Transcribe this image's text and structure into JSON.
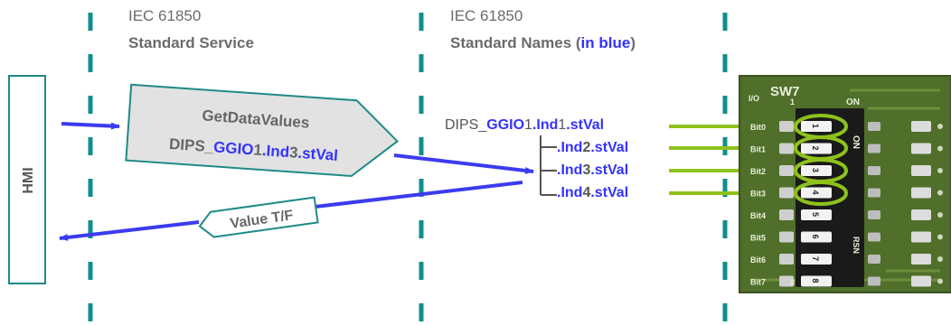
{
  "columns": {
    "service": {
      "line1": "IEC 61850",
      "line2": "Standard Service"
    },
    "names": {
      "line1": "IEC 61850",
      "line2_prefix": "Standard Names (",
      "line2_blue": "in blue",
      "line2_suffix": ")"
    }
  },
  "hmi": {
    "label": "HMI"
  },
  "request": {
    "line1": "GetDataValues",
    "prefix": "DIPS_",
    "ln": "GGIO",
    "inst": "1",
    "do": ".Ind",
    "do_inst": "3",
    "da": ".stVal"
  },
  "response": {
    "label": "Value T/F"
  },
  "names_tree": {
    "root": {
      "prefix": "DIPS_",
      "ln": "GGIO",
      "inst": "1",
      "do": ".Ind",
      "do_inst": "1",
      "da": ".stVal"
    },
    "items": [
      {
        "do": ".Ind",
        "do_inst": "2",
        "da": ".stVal"
      },
      {
        "do": ".Ind",
        "do_inst": "3",
        "da": ".stVal"
      },
      {
        "do": ".Ind",
        "do_inst": "4",
        "da": ".stVal"
      }
    ]
  },
  "dip_switch": {
    "title": "SW7",
    "io_label": "I/O",
    "top_num": "1",
    "on_label": "ON",
    "on_vertical": "ON",
    "rsn_label": "RSN",
    "bits": [
      "Bit0",
      "Bit1",
      "Bit2",
      "Bit3",
      "Bit4",
      "Bit5",
      "Bit6",
      "Bit7"
    ],
    "switch_numbers": [
      "1",
      "2",
      "3",
      "4",
      "5",
      "6",
      "7",
      "8"
    ],
    "bottom_num": "8"
  },
  "colors": {
    "divider": "#0f8f8c",
    "arrow": "#3b3bf0",
    "highlight": "#8ec21b",
    "blue_text": "#3333ff",
    "box_border": "#1e8a86"
  }
}
